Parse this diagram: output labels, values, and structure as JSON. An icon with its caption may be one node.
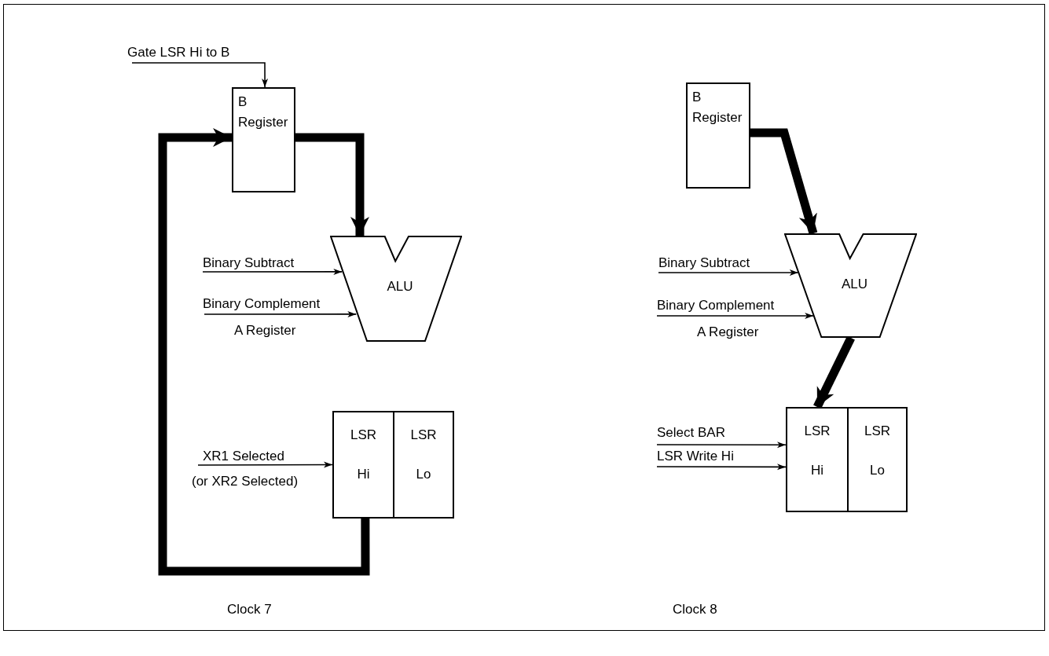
{
  "diagram": {
    "nodes": [
      {
        "text": [
          "B Register"
        ]
      },
      {
        "text": [
          "ALU"
        ]
      },
      {
        "text": [
          "LSR Hi"
        ]
      },
      {
        "text": [
          "LSR Lo"
        ]
      },
      {
        "text": [
          "B Register"
        ]
      },
      {
        "text": [
          "ALU"
        ]
      },
      {
        "text": [
          "LSR Hi"
        ]
      },
      {
        "text": [
          "LSR Lo"
        ]
      }
    ],
    "edges": [
      {
        "from": null,
        "to": 0,
        "arrow": "to",
        "label": "Gate LSR Hi to B"
      },
      {
        "from": 0,
        "to": 1,
        "arrow": "to",
        "style": "thick"
      },
      {
        "from": null,
        "to": 1,
        "arrow": "to",
        "label": "Binary Subtract"
      },
      {
        "from": null,
        "to": 1,
        "arrow": "to",
        "label": "Binary Complement"
      },
      {
        "from": null,
        "to": 2,
        "arrow": "to",
        "label": "XR1 Selected"
      },
      {
        "from": 2,
        "to": 0,
        "arrow": "to",
        "style": "thick"
      },
      {
        "from": 4,
        "to": 5,
        "arrow": "to",
        "style": "thick"
      },
      {
        "from": null,
        "to": 5,
        "arrow": "to",
        "label": "Binary Subtract"
      },
      {
        "from": null,
        "to": 5,
        "arrow": "to",
        "label": "Binary Complement"
      },
      {
        "from": 5,
        "to": 6,
        "arrow": "to",
        "style": "thick"
      },
      {
        "from": null,
        "to": 6,
        "arrow": "to",
        "label": "Select BAR"
      },
      {
        "from": null,
        "to": 6,
        "arrow": "to",
        "label": "LSR Write Hi"
      }
    ],
    "labels": [
      "A Register",
      "(or XR2 Selected)",
      "Clock 7",
      "A Register",
      "Clock 8"
    ]
  }
}
